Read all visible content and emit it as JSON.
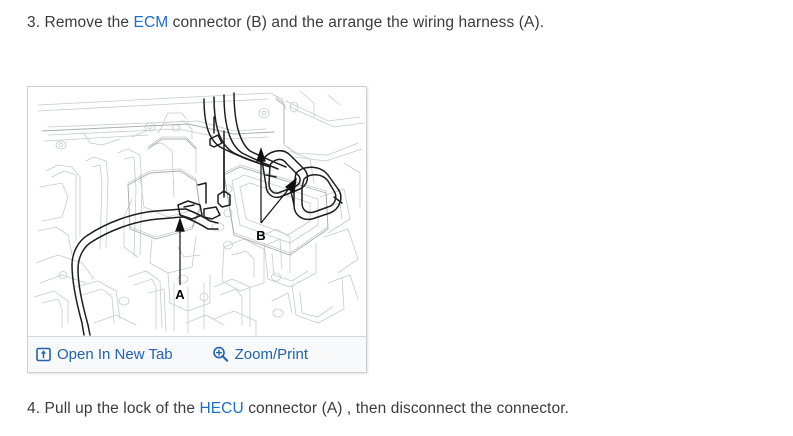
{
  "steps": [
    {
      "id": "step-3",
      "prefix": "3. Remove the ",
      "link": "ECM",
      "suffix": " connector (B) and the arrange the wiring harness (A)."
    },
    {
      "id": "step-4",
      "prefix": "4. Pull up the lock of the ",
      "link": "HECU",
      "suffix": " connector (A) , then disconnect the connector."
    }
  ],
  "figure": {
    "callouts": [
      {
        "label": "A"
      },
      {
        "label": "B"
      }
    ],
    "toolbar": {
      "open_new_tab_label": "Open In New Tab",
      "open_new_tab_icon": "open-in-new-tab-icon",
      "zoom_print_label": "Zoom/Print",
      "zoom_print_icon": "magnifier-plus-icon"
    }
  },
  "colors": {
    "link_blue": "#1a6ec8",
    "toolbar_link_blue": "#2163ad",
    "body_text": "#3b3b3b",
    "panel_border": "#cfcfcf",
    "toolbar_bg": "#f8f9fa",
    "line_art_dark": "#1a1a1a",
    "line_art_light": "#c9cdd2"
  }
}
